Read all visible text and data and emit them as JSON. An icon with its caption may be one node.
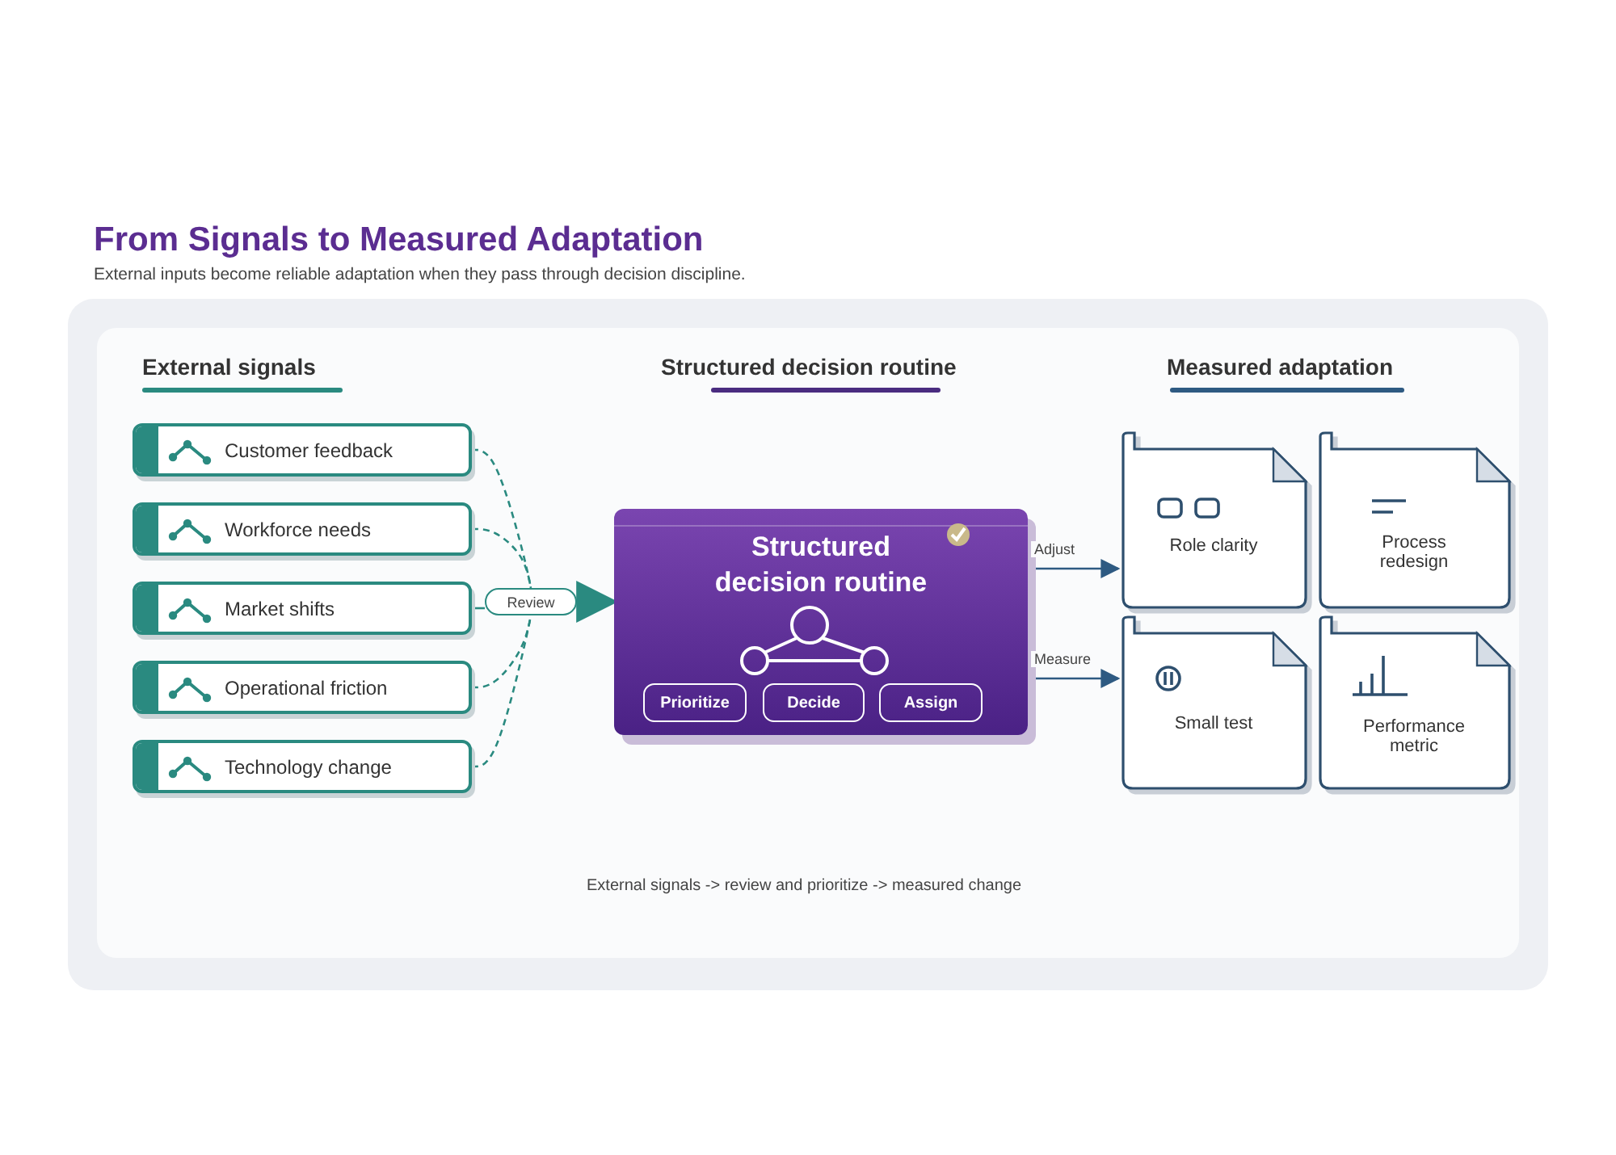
{
  "diagram": {
    "title": "From Signals to Measured Adaptation",
    "nodes": [
      {
        "text": [
          "Customer feedback"
        ]
      },
      {
        "text": [
          "Workforce needs"
        ]
      },
      {
        "text": [
          "Market shifts"
        ]
      },
      {
        "text": [
          "Operational friction"
        ]
      },
      {
        "text": [
          "Technology change"
        ]
      },
      {
        "text": [
          "Review"
        ]
      },
      {
        "text": [
          "Structured decision routine"
        ]
      },
      {
        "text": [
          "Prioritize"
        ],
        "in": 6
      },
      {
        "text": [
          "Decide"
        ],
        "in": 6
      },
      {
        "text": [
          "Assign"
        ],
        "in": 6
      },
      {
        "text": [
          "Role clarity"
        ]
      },
      {
        "text": [
          "Process redesign"
        ]
      },
      {
        "text": [
          "Small test"
        ]
      },
      {
        "text": [
          "Performance metric"
        ]
      }
    ],
    "edges": [
      {
        "from": 0,
        "to": 5,
        "arrow": "none",
        "style": "dashed"
      },
      {
        "from": 1,
        "to": 5,
        "arrow": "none",
        "style": "dashed"
      },
      {
        "from": 2,
        "to": 5,
        "arrow": "none"
      },
      {
        "from": 3,
        "to": 5,
        "arrow": "none",
        "style": "dashed"
      },
      {
        "from": 4,
        "to": 5,
        "arrow": "none",
        "style": "dashed"
      },
      {
        "from": 5,
        "to": 6,
        "arrow": "to"
      },
      {
        "from": 6,
        "to": 10,
        "arrow": "to",
        "label": "Adjust",
        "color": "#2e5a82"
      },
      {
        "from": 6,
        "to": 12,
        "arrow": "to",
        "label": "Measure",
        "color": "#2e5a82"
      }
    ],
    "labels": [
      "External inputs become reliable adaptation when they pass through decision discipline.",
      "External signals",
      "Structured decision routine",
      "Measured adaptation",
      "External signals -> review and prioritize -> measured change"
    ]
  }
}
